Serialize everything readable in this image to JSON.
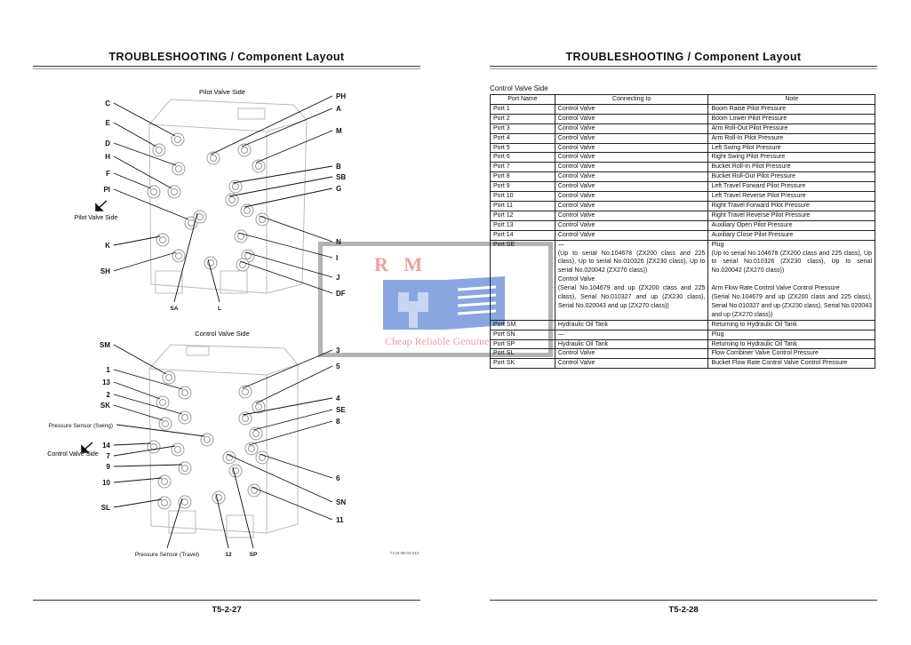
{
  "left_page": {
    "title": "TROUBLESHOOTING / Component Layout",
    "page_number": "T5-2-27",
    "top_diagram": {
      "title": "Pilot Valve Side",
      "side_label": "Pilot Valve Side",
      "labels": [
        "C",
        "E",
        "D",
        "H",
        "F",
        "PI",
        "K",
        "SH",
        "SA",
        "L",
        "PH",
        "A",
        "M",
        "B",
        "SB",
        "G",
        "N",
        "I",
        "J",
        "DF"
      ]
    },
    "bottom_diagram": {
      "title": "Control Valve Side",
      "side_label": "Control Valve Side",
      "labels": [
        "SM",
        "1",
        "13",
        "2",
        "SK",
        "Pressure Sensor (Swing)",
        "14",
        "7",
        "9",
        "10",
        "SL",
        "Pressure Sensor (Travel)",
        "12",
        "SP",
        "3",
        "5",
        "4",
        "SE",
        "8",
        "6",
        "SN",
        "11"
      ],
      "figure_code": "T1V5-05-04-012"
    }
  },
  "right_page": {
    "title": "TROUBLESHOOTING / Component Layout",
    "page_number": "T5-2-28",
    "table_caption": "Control Valve Side",
    "columns": [
      "Port Name",
      "Connecting to",
      "Note"
    ],
    "rows": [
      {
        "port": "Port 1",
        "connecting": [
          "Control Valve"
        ],
        "note": [
          "Boom Raise Pilot Pressure"
        ]
      },
      {
        "port": "Port 2",
        "connecting": [
          "Control Valve"
        ],
        "note": [
          "Boom Lower Pilot Pressure"
        ]
      },
      {
        "port": "Port 3",
        "connecting": [
          "Control Valve"
        ],
        "note": [
          "Arm Roll-Out Pilot Pressure"
        ]
      },
      {
        "port": "Port 4",
        "connecting": [
          "Control Valve"
        ],
        "note": [
          "Arm Roll-In Pilot Pressure"
        ]
      },
      {
        "port": "Port 5",
        "connecting": [
          "Control Valve"
        ],
        "note": [
          "Left Swing Pilot Pressure"
        ]
      },
      {
        "port": "Port 6",
        "connecting": [
          "Control Valve"
        ],
        "note": [
          "Right Swing Pilot Pressure"
        ]
      },
      {
        "port": "Port 7",
        "connecting": [
          "Control Valve"
        ],
        "note": [
          "Bucket Roll-In Pilot Pressure"
        ]
      },
      {
        "port": "Port 8",
        "connecting": [
          "Control Valve"
        ],
        "note": [
          "Bucket Roll-Out Pilot Pressure"
        ]
      },
      {
        "port": "Port 9",
        "connecting": [
          "Control Valve"
        ],
        "note": [
          "Left Travel Forward Pilot Pressure"
        ]
      },
      {
        "port": "Port 10",
        "connecting": [
          "Control Valve"
        ],
        "note": [
          "Left Travel Reverse Pilot Pressure"
        ]
      },
      {
        "port": "Port 11",
        "connecting": [
          "Control Valve"
        ],
        "note": [
          "Right Travel Forward Pilot Pressure"
        ]
      },
      {
        "port": "Port 12",
        "connecting": [
          "Control Valve"
        ],
        "note": [
          "Right Travel Reverse Pilot Pressure"
        ]
      },
      {
        "port": "Port 13",
        "connecting": [
          "Control Valve"
        ],
        "note": [
          "Auxiliary Open Pilot Pressure"
        ]
      },
      {
        "port": "Port 14",
        "connecting": [
          "Control Valve"
        ],
        "note": [
          "Auxiliary Close Pilot Pressure"
        ]
      },
      {
        "port": "Port SE",
        "connecting": [
          "—",
          "(Up to serial No.104678 (ZX200 class and 225 class), Up to serial No.010326 (ZX230 class), Up to serial No.020042 (ZX270 class))",
          "Control Valve",
          "(Serial No.104679 and up (ZX200 class and 225 class), Serial No.010327 and up (ZX230 class), Serial No.020043 and up (ZX270 class))"
        ],
        "note": [
          "Plug",
          "(Up to serial No.104678 (ZX200 class and 225 class), Up to serial No.010326 (ZX230 class), Up to serial No.020042 (ZX270 class))",
          "",
          "Arm Flow Rate Control Valve Control Pressure",
          "(Serial No.104679 and up (ZX200 class and 225 class), Serial No.010327 and up (ZX230 class), Serial No.020043 and up (ZX270 class))"
        ]
      },
      {
        "port": "Port SM",
        "connecting": [
          "Hydraulic Oil Tank"
        ],
        "note": [
          "Returning to Hydraulic Oil Tank"
        ]
      },
      {
        "port": "Port SN",
        "connecting": [
          "—"
        ],
        "note": [
          "Plug"
        ]
      },
      {
        "port": "Port SP",
        "connecting": [
          "Hydraulic Oil Tank"
        ],
        "note": [
          "Returning to Hydraulic Oil Tank"
        ]
      },
      {
        "port": "Port SL",
        "connecting": [
          "Control Valve"
        ],
        "note": [
          "Flow Combiner Valve Control Pressure"
        ]
      },
      {
        "port": "Port SK",
        "connecting": [
          "Control Valve"
        ],
        "note": [
          "Bucket Flow Rate Control Valve Control Pressure"
        ]
      }
    ]
  },
  "watermark": {
    "logo_text": "R M",
    "tagline": "Cheap Reliable Genuine",
    "brand_color": "#e88a8a",
    "icon_color": "#7f9fdc"
  }
}
